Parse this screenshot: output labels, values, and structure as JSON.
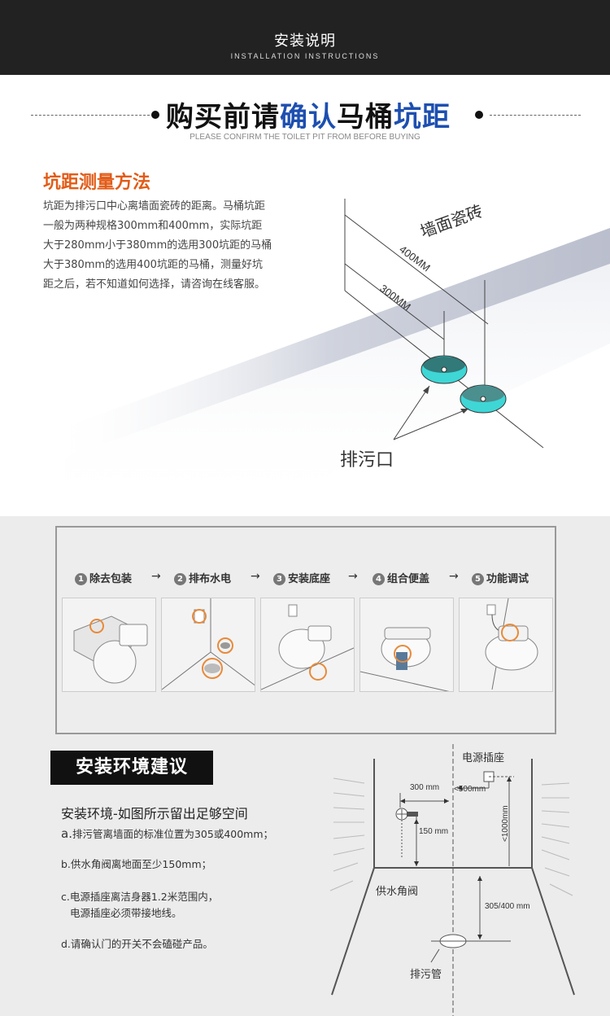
{
  "header": {
    "title": "安装说明",
    "subtitle": "INSTALLATION INSTRUCTIONS"
  },
  "section1": {
    "title_part1": "购买前请",
    "title_part2": "确认",
    "title_part3": "马桶",
    "title_part4": "坑距",
    "subtitle": "PLEASE CONFIRM THE TOILET PIT FROM BEFORE BUYING",
    "method_title": "坑距测量方法",
    "method_lines": [
      "坑距为排污口中心离墙面瓷砖的距离。马桶坑距",
      "一般为两种规格300mm和400mm，实际坑距",
      "大于280mm小于380mm的选用300坑距的马桶",
      "大于380mm的选用400坑距的马桶，测量好坑",
      "距之后，若不知道如何选择，请咨询在线客服。"
    ],
    "wall_label": "墙面瓷砖",
    "dim_400": "400MM",
    "dim_300": "300MM",
    "outlet_label": "排污口",
    "colors": {
      "accent": "#e25b17",
      "blue": "#1d4fb0",
      "teal": "#3fd6d6"
    }
  },
  "steps": [
    {
      "num": "1",
      "label": "除去包装"
    },
    {
      "num": "2",
      "label": "排布水电"
    },
    {
      "num": "3",
      "label": "安装底座"
    },
    {
      "num": "4",
      "label": "组合便盖"
    },
    {
      "num": "5",
      "label": "功能调试"
    }
  ],
  "step_arrow": "→",
  "environment": {
    "badge": "安装环境建议",
    "heading": "安装环境-如图所示留出足够空间",
    "item_a_prefix": "a.",
    "item_a": "排污管离墙面的标准位置为305或400mm；",
    "item_b": "b.供水角阀离地面至少150mm；",
    "item_c1": "c.电源插座离洁身器1.2米范围内，",
    "item_c2": "电源插座必须带接地线。",
    "item_d": "d.请确认门的开关不会磕碰产品。"
  },
  "diagram": {
    "socket_label": "电源插座",
    "d500": "<500mm",
    "d1000": "<1000mm",
    "d300": "300 mm",
    "d150": "150 mm",
    "valve_label": "供水角阀",
    "d305": "305/400 mm",
    "pipe_label": "排污管"
  }
}
